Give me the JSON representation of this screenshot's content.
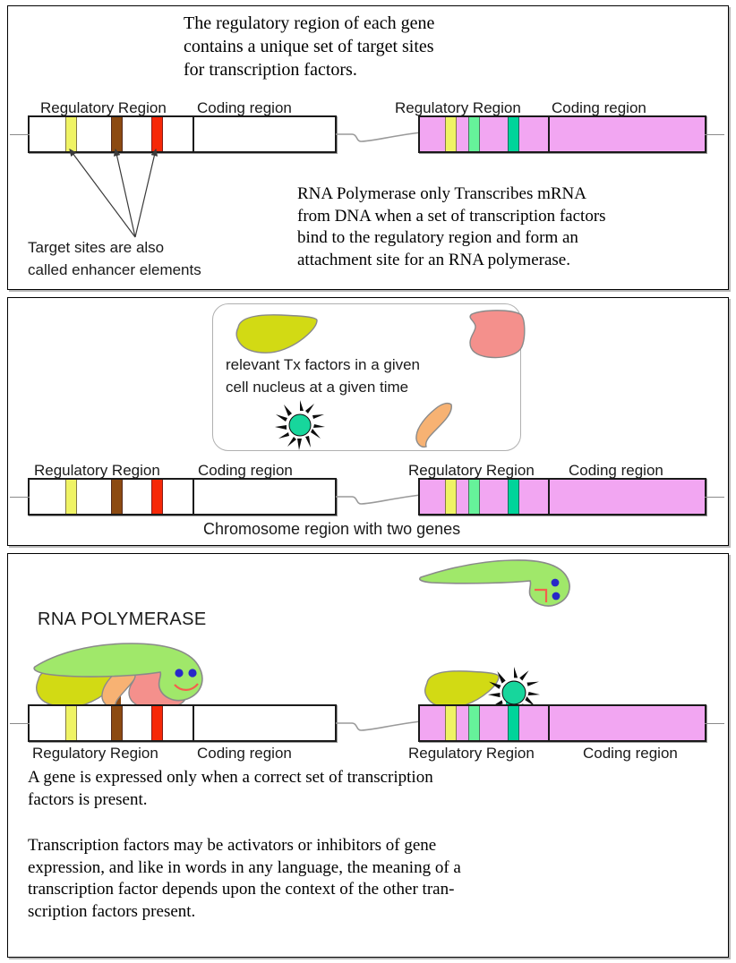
{
  "figure": {
    "title_alt": "Gene regulation by transcription factors",
    "label_regulatory": "Regulatory Region",
    "label_coding": "Coding region"
  },
  "colors": {
    "gene1_fill": "#ffffff",
    "gene2_fill": "#f2a6f2",
    "band_yellow": "#eff364",
    "band_brown": "#8c4a12",
    "band_red": "#f62808",
    "band_lightgreen": "#66f29a",
    "band_teal": "#00d49a",
    "tf_yellowgreen": "#d2da14",
    "tf_salmon": "#f4908c",
    "tf_orange": "#f7b273",
    "tf_star_teal": "#17d69c",
    "polymerase_green": "#a0e86a",
    "outline": "#1a1a1a",
    "panel_border": "#000000",
    "eye_blue": "#2828c8",
    "mouth_red": "#f4604c"
  },
  "panel1": {
    "heading": "The regulatory region of each gene\ncontains a unique set of target sites\nfor transcription factors.",
    "note_left": "Target sites are also\ncalled enhancer elements",
    "note_right": "RNA Polymerase only Transcribes mRNA\nfrom DNA when a set of transcription factors\nbind to the regulatory region and form an\nattachment site for an RNA polymerase.",
    "gene_left": {
      "label_regulatory": "Regulatory Region",
      "label_coding": "Coding region",
      "bands": [
        "yellow",
        "brown",
        "red"
      ]
    },
    "gene_right": {
      "label_regulatory": "Regulatory Region",
      "label_coding": "Coding region",
      "bands": [
        "yellow",
        "lightgreen",
        "teal"
      ]
    }
  },
  "panel2": {
    "nucleus_caption": "relevant Tx factors in a given\ncell nucleus at a given time",
    "nucleus_factors": [
      {
        "name": "tf-yellowgreen-blob",
        "color": "#d2da14"
      },
      {
        "name": "tf-salmon-blob",
        "color": "#f4908c"
      },
      {
        "name": "tf-teal-star",
        "color": "#17d69c"
      },
      {
        "name": "tf-orange-blob",
        "color": "#f7b273"
      }
    ],
    "chromosome_caption": "Chromosome region with two genes",
    "gene_left": {
      "label_regulatory": "Regulatory Region",
      "label_coding": "Coding region",
      "bands": [
        "yellow",
        "brown",
        "red"
      ]
    },
    "gene_right": {
      "label_regulatory": "Regulatory Region",
      "label_coding": "Coding region",
      "bands": [
        "yellow",
        "lightgreen",
        "teal"
      ]
    }
  },
  "panel3": {
    "polymerase_label": "RNA POLYMERASE",
    "paragraph_1": "A gene is expressed only when a correct set of transcription\nfactors is present.",
    "paragraph_2": "Transcription factors may be activators or inhibitors of gene\nexpression, and like in words in any language, the meaning of a\ntranscription factor depends upon the context of the other tran-\nscription factors present.",
    "gene_left": {
      "label_regulatory": "Regulatory Region",
      "label_coding": "Coding region",
      "bands": [
        "yellow",
        "brown",
        "red"
      ],
      "bound_factors": [
        "tf-yellowgreen-blob",
        "tf-orange-blob",
        "tf-salmon-blob",
        "rna-polymerase"
      ]
    },
    "gene_right": {
      "label_regulatory": "Regulatory Region",
      "label_coding": "Coding region",
      "bands": [
        "yellow",
        "lightgreen",
        "teal"
      ],
      "bound_factors": [
        "tf-yellowgreen-blob",
        "tf-teal-star"
      ]
    },
    "free_polymerase": "rna-polymerase-unbound"
  }
}
